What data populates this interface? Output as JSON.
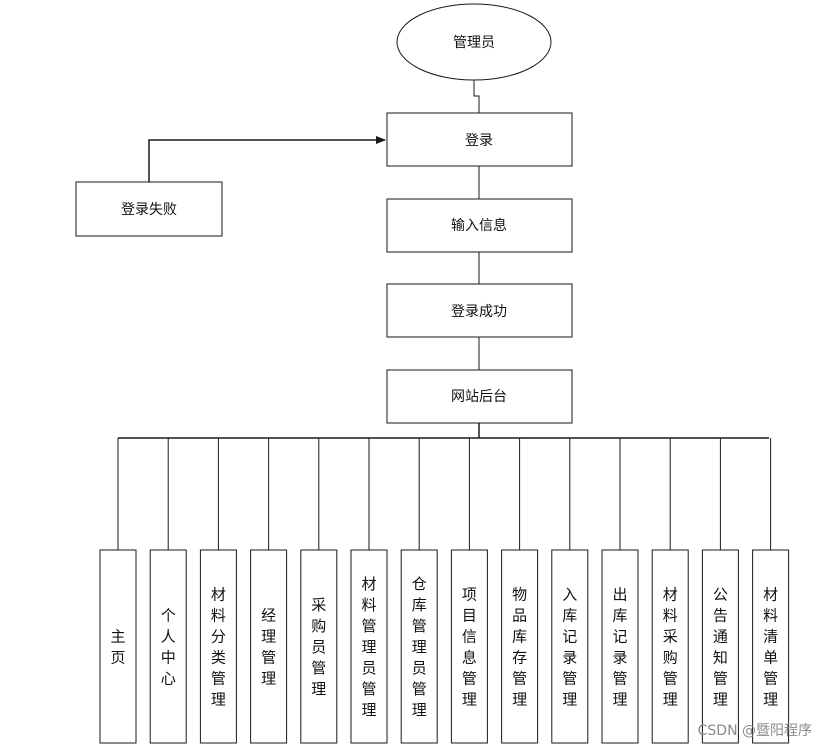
{
  "nodes": {
    "admin": "管理员",
    "login": "登录",
    "login_fail": "登录失败",
    "input_info": "输入信息",
    "login_success": "登录成功",
    "backend": "网站后台"
  },
  "modules": [
    "主页",
    "个人中心",
    "材料分类管理",
    "经理管理",
    "采购员管理",
    "材料管理员管理",
    "仓库管理员管理",
    "项目信息管理",
    "物品库存管理",
    "入库记录管理",
    "出库记录管理",
    "材料采购管理",
    "公告通知管理",
    "材料清单管理"
  ],
  "watermark": "CSDN @暨阳程序"
}
